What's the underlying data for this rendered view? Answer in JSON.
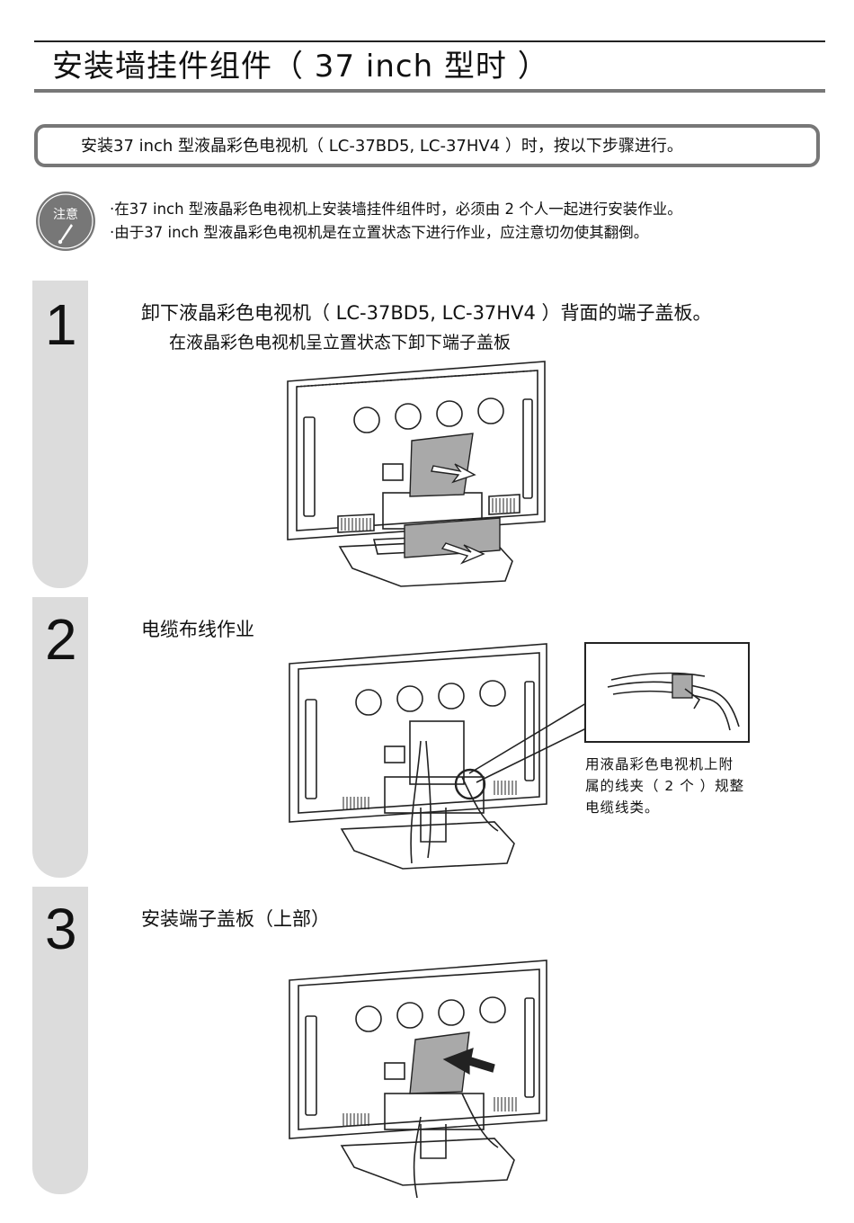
{
  "page": {
    "title": "安装墙挂件组件（ 37 inch 型时 ）"
  },
  "intro": {
    "text": "安装37 inch 型液晶彩色电视机（ LC-37BD5, LC-37HV4 ）时，按以下步骤进行。"
  },
  "note": {
    "icon_label": "注意",
    "icon_name": "caution-pen-icon",
    "lines": [
      "·在37 inch 型液晶彩色电视机上安装墙挂件组件时，必须由 2 个人一起进行安装作业。",
      "·由于37 inch 型液晶彩色电视机是在立置状态下进行作业，应注意切勿使其翻倒。"
    ]
  },
  "steps": [
    {
      "number": "1",
      "heading": "卸下液晶彩色电视机（ LC-37BD5, LC-37HV4 ）背面的端子盖板。",
      "subheading": "在液晶彩色电视机呈立置状态下卸下端子盖板"
    },
    {
      "number": "2",
      "heading": "电缆布线作业",
      "callout_lines": [
        "用液晶彩色电视机上附",
        "属的线夹（ 2 个 ）规整",
        "电缆线类。"
      ]
    },
    {
      "number": "3",
      "heading": "安装端子盖板（上部）"
    }
  ],
  "colors": {
    "band_gray": "#dcdcdc",
    "rule_gray": "#777777",
    "panel_gray": "#a9a9a9"
  }
}
